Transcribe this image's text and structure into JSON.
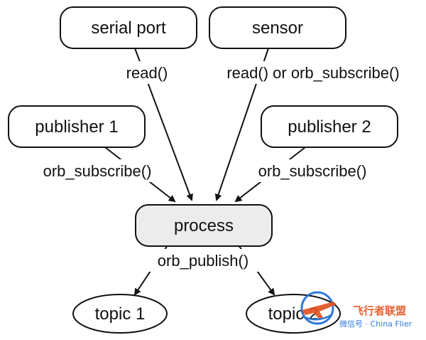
{
  "nodes": {
    "serial_port": "serial port",
    "sensor": "sensor",
    "publisher_1": "publisher 1",
    "publisher_2": "publisher 2",
    "process": "process",
    "topic_1": "topic 1",
    "topic_2": "topic 2"
  },
  "edges": {
    "serial_read": "read()",
    "sensor_read": "read() or orb_subscribe()",
    "pub1_subscribe": "orb_subscribe()",
    "pub2_subscribe": "orb_subscribe()",
    "process_publish": "orb_publish()"
  },
  "watermark": {
    "text": "飞行者联盟",
    "subtext": "微信号 · China Flier",
    "color": "#e2531f",
    "accent": "#1f6fd6"
  },
  "colors": {
    "process_fill": "#ececec",
    "node_fill": "#ffffff",
    "stroke": "#111111"
  }
}
